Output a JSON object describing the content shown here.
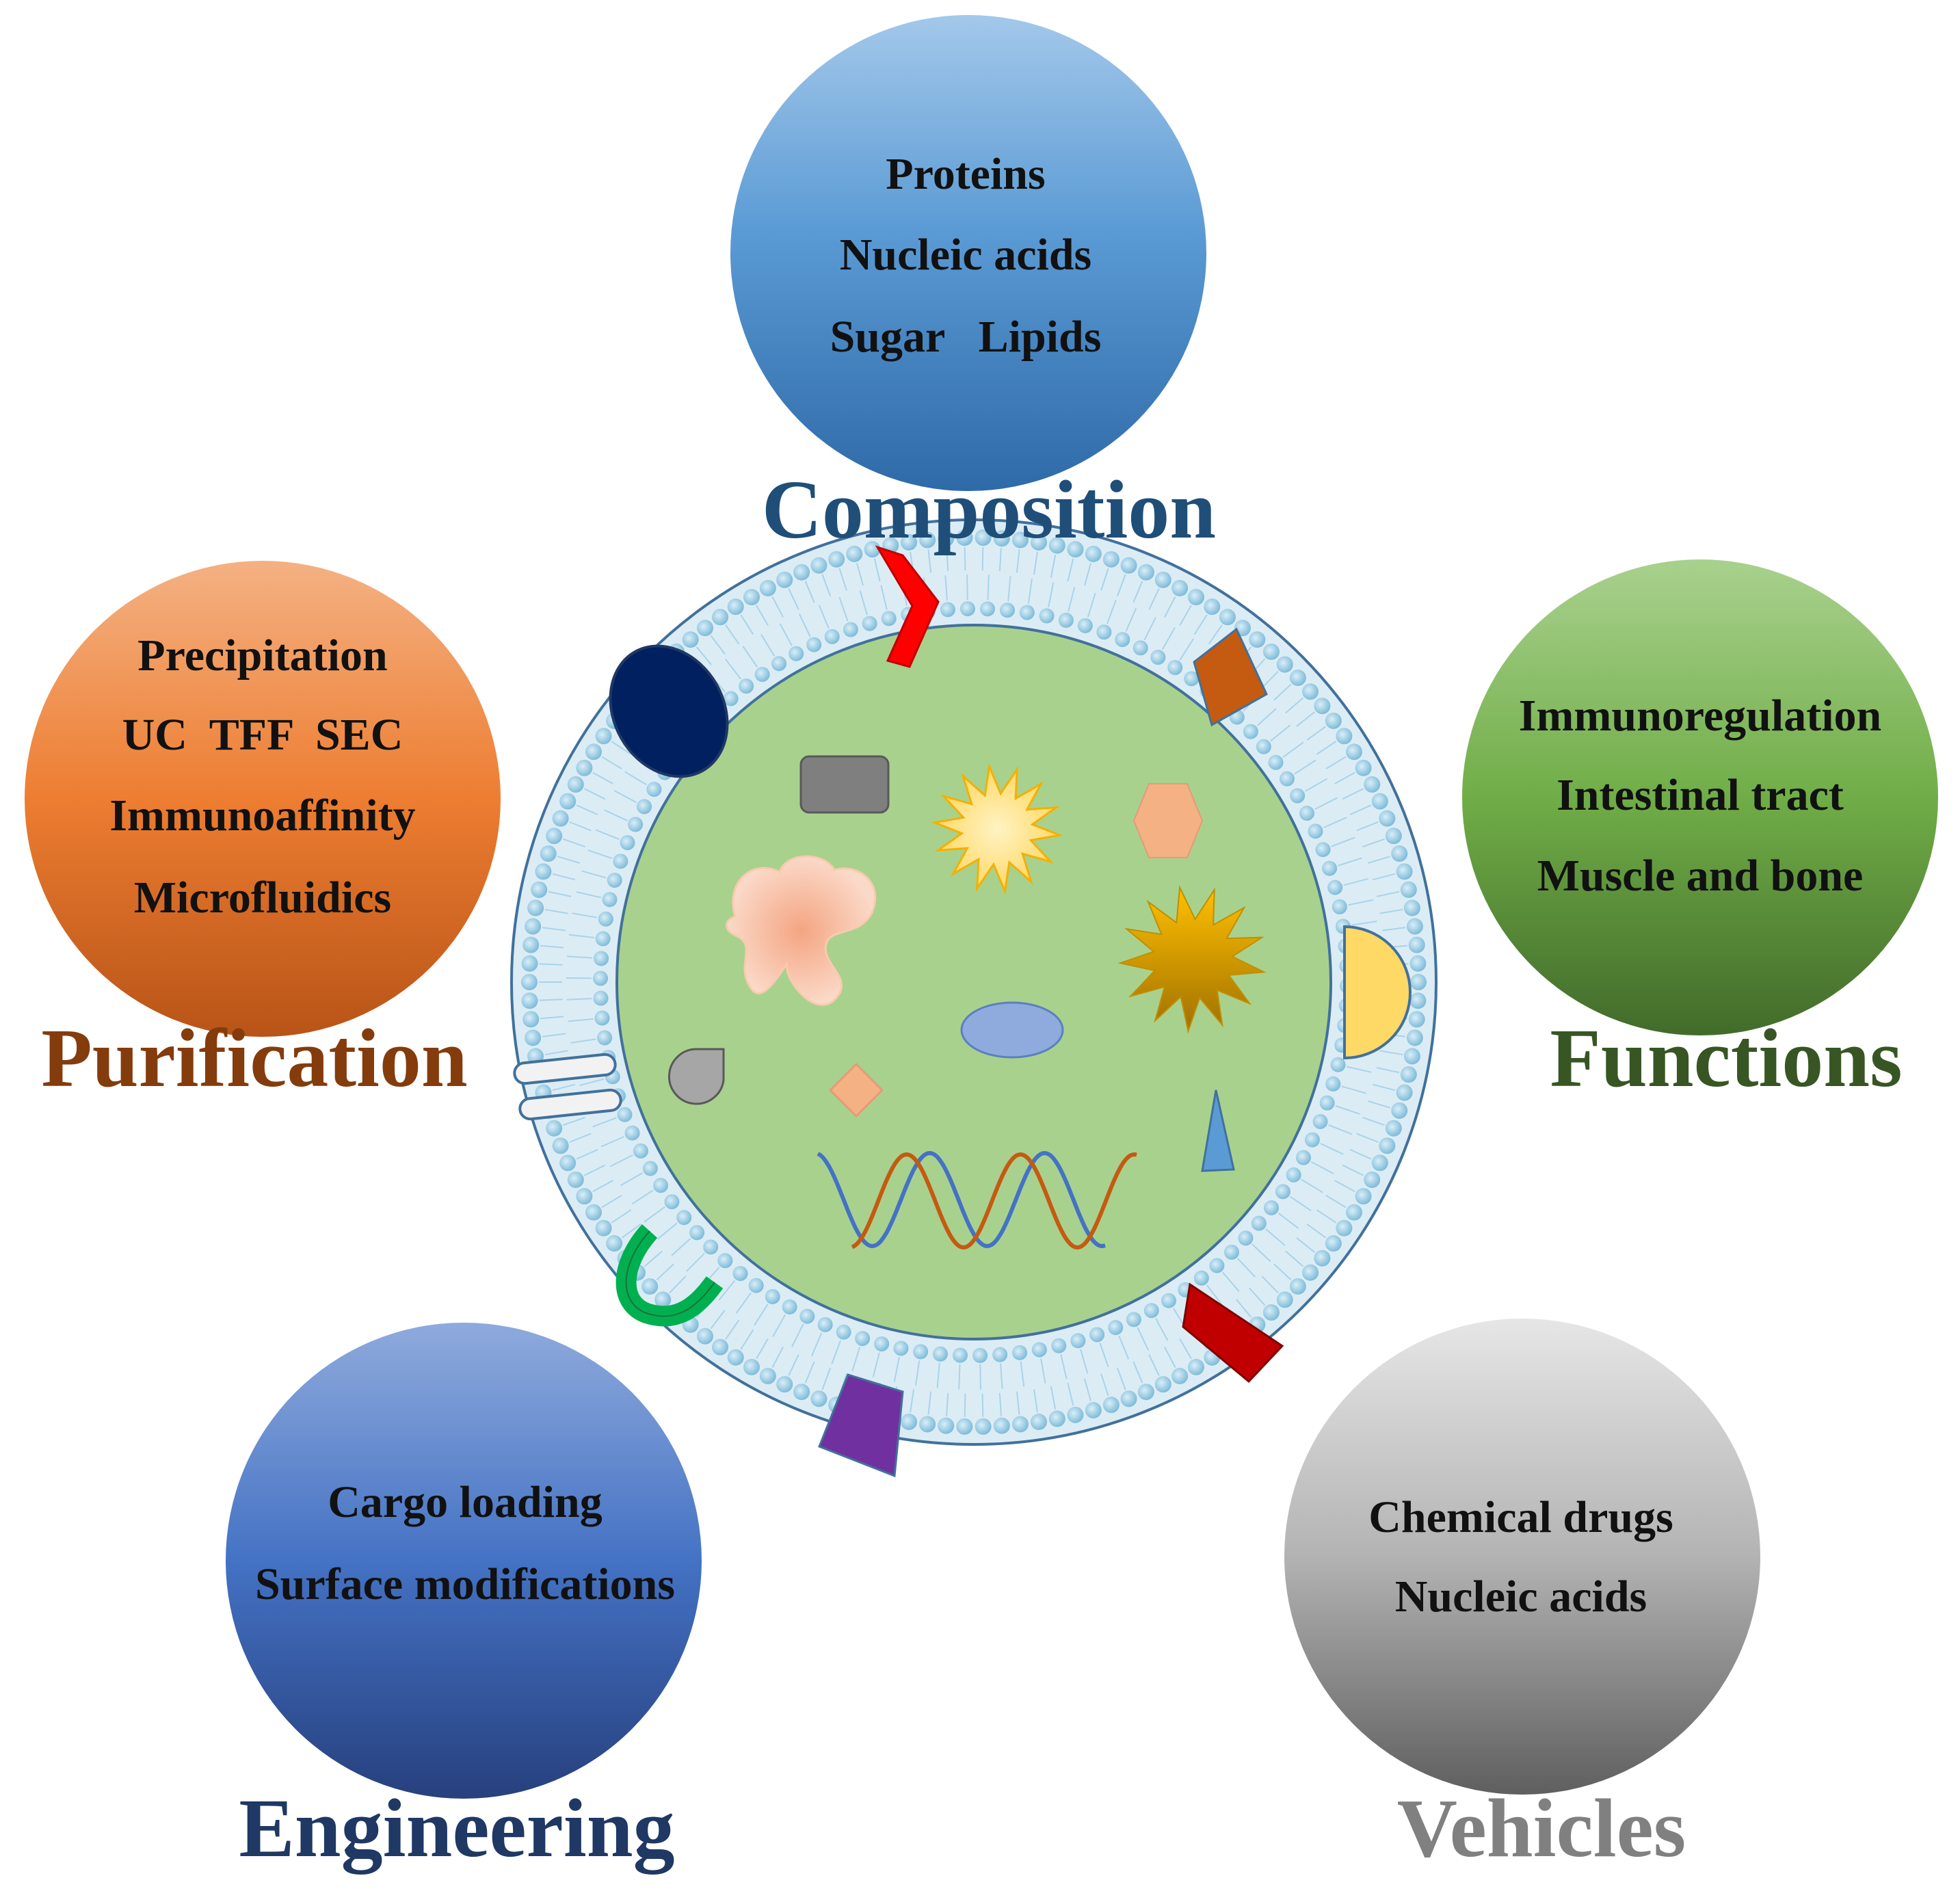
{
  "composition": {
    "items": [
      "Proteins",
      "Nucleic acids",
      "Sugar   Lipids"
    ],
    "title": "Composition",
    "title_color": "#1f4e79"
  },
  "purification": {
    "items": [
      "Precipitation",
      "UC  TFF  SEC",
      "Immunoaffinity",
      "Microfluidics"
    ],
    "title": "Purification",
    "title_color": "#843c0c"
  },
  "functions": {
    "items": [
      "Immunoregulation",
      "Intestinal tract",
      "Muscle and bone"
    ],
    "title": "Functions",
    "title_color": "#375623"
  },
  "engineering": {
    "items": [
      "Cargo loading",
      "Surface modifications"
    ],
    "title": "Engineering",
    "title_color": "#1f3864"
  },
  "vehicles": {
    "items": [
      "Chemical drugs",
      "Nucleic acids"
    ],
    "title": "Vehicles",
    "title_color": "#808080"
  },
  "vesicle": {
    "membrane_color": "#dcecf5",
    "lumen_color": "#a9d18e",
    "outline_color": "#41719c"
  }
}
